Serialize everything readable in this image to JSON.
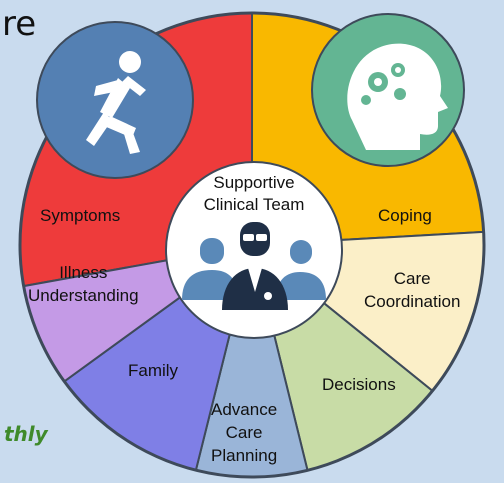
{
  "fragments": {
    "top_left": "re",
    "bottom_left": "thly"
  },
  "center": {
    "line1": "Supportive",
    "line2": "Clinical Team"
  },
  "slices": {
    "symptoms": "Symptoms",
    "coping": "Coping",
    "care_coordination_1": "Care",
    "care_coordination_2": "Coordination",
    "decisions": "Decisions",
    "advance_care_1": "Advance",
    "advance_care_2": "Care",
    "advance_care_3": "Planning",
    "family": "Family",
    "illness_1": "Illness",
    "illness_2": "Understanding"
  },
  "colors": {
    "background": "#c9dbee",
    "symptoms": "#ee3b3b",
    "coping": "#f9b800",
    "care_coordination": "#fbefc8",
    "decisions": "#c8dca6",
    "advance_care_planning": "#9ab5d8",
    "family": "#7f7fe6",
    "illness_understanding": "#c49ae6",
    "runner_circle": "#5480b3",
    "head_circle": "#63b593",
    "center_circle": "#ffffff",
    "outline": "#3e4a5a"
  },
  "icons": [
    "running-person-icon",
    "head-with-gears-icon",
    "clinical-team-icon"
  ]
}
